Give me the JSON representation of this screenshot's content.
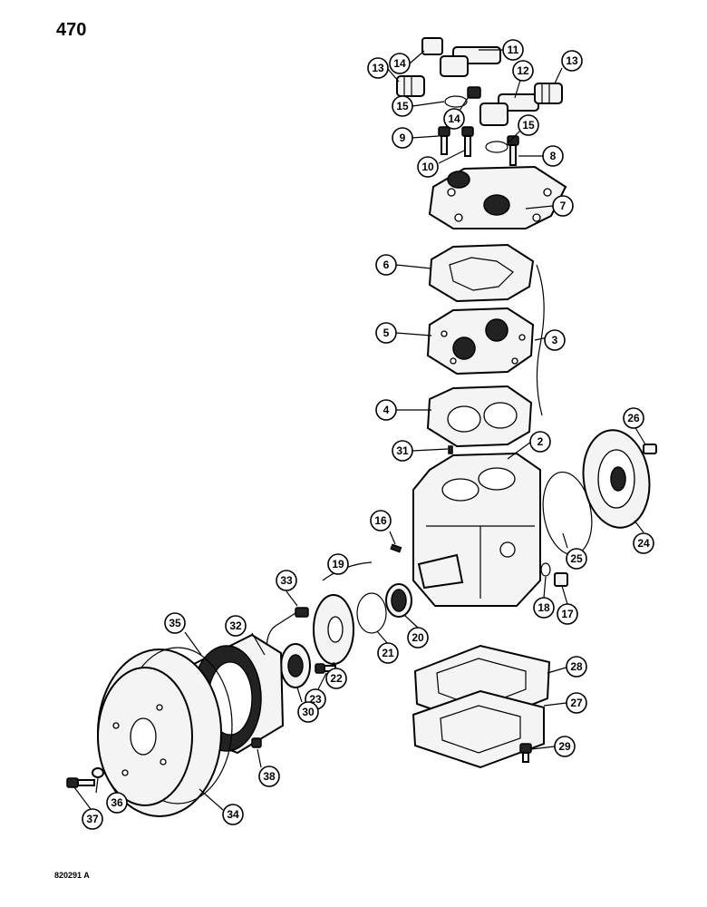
{
  "page": {
    "number": "470",
    "figure_code": "820291 A"
  },
  "callouts": [
    {
      "id": "c2",
      "label": "2"
    },
    {
      "id": "c3",
      "label": "3"
    },
    {
      "id": "c4",
      "label": "4"
    },
    {
      "id": "c5",
      "label": "5"
    },
    {
      "id": "c6",
      "label": "6"
    },
    {
      "id": "c7",
      "label": "7"
    },
    {
      "id": "c8",
      "label": "8"
    },
    {
      "id": "c9",
      "label": "9"
    },
    {
      "id": "c10",
      "label": "10"
    },
    {
      "id": "c11",
      "label": "11"
    },
    {
      "id": "c12",
      "label": "12"
    },
    {
      "id": "c13a",
      "label": "13"
    },
    {
      "id": "c13b",
      "label": "13"
    },
    {
      "id": "c14a",
      "label": "14"
    },
    {
      "id": "c14b",
      "label": "14"
    },
    {
      "id": "c15a",
      "label": "15"
    },
    {
      "id": "c15b",
      "label": "15"
    },
    {
      "id": "c16",
      "label": "16"
    },
    {
      "id": "c17",
      "label": "17"
    },
    {
      "id": "c18",
      "label": "18"
    },
    {
      "id": "c19",
      "label": "19"
    },
    {
      "id": "c20",
      "label": "20"
    },
    {
      "id": "c21",
      "label": "21"
    },
    {
      "id": "c22",
      "label": "22"
    },
    {
      "id": "c23",
      "label": "23"
    },
    {
      "id": "c24",
      "label": "24"
    },
    {
      "id": "c25",
      "label": "25"
    },
    {
      "id": "c26",
      "label": "26"
    },
    {
      "id": "c27",
      "label": "27"
    },
    {
      "id": "c28",
      "label": "28"
    },
    {
      "id": "c29",
      "label": "29"
    },
    {
      "id": "c30",
      "label": "30"
    },
    {
      "id": "c31",
      "label": "31"
    },
    {
      "id": "c32",
      "label": "32"
    },
    {
      "id": "c33",
      "label": "33"
    },
    {
      "id": "c34",
      "label": "34"
    },
    {
      "id": "c35",
      "label": "35"
    },
    {
      "id": "c36",
      "label": "36"
    },
    {
      "id": "c37",
      "label": "37"
    },
    {
      "id": "c38",
      "label": "38"
    }
  ]
}
